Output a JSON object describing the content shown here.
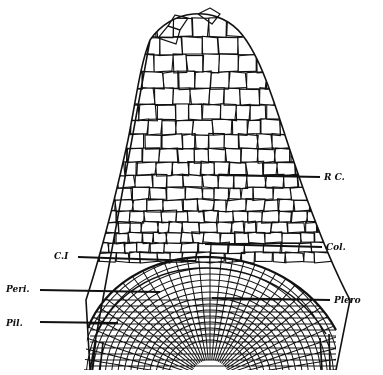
{
  "labels": {
    "rc": "R C.",
    "col": "Col.",
    "ci": "C.I",
    "peri": "Peri.",
    "plero": "Plero",
    "pil": "Pil."
  },
  "colors": {
    "ink": "#111111",
    "paper": "#ffffff"
  }
}
